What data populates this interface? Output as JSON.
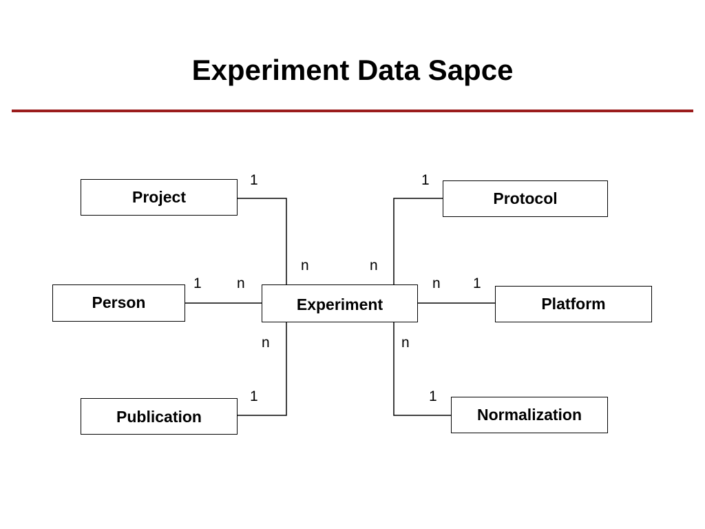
{
  "title": "Experiment Data Sapce",
  "colors": {
    "rule": "#9b1c1c",
    "line": "#000000",
    "text": "#000000"
  },
  "entities": {
    "project": "Project",
    "protocol": "Protocol",
    "person": "Person",
    "experiment": "Experiment",
    "platform": "Platform",
    "publication": "Publication",
    "normalization": "Normalization"
  },
  "cardinalities": {
    "project_one": "1",
    "project_many": "n",
    "protocol_one": "1",
    "protocol_many": "n",
    "person_one": "1",
    "person_many": "n",
    "platform_many": "n",
    "platform_one": "1",
    "publication_many": "n",
    "publication_one": "1",
    "normalization_many": "n",
    "normalization_one": "1"
  }
}
